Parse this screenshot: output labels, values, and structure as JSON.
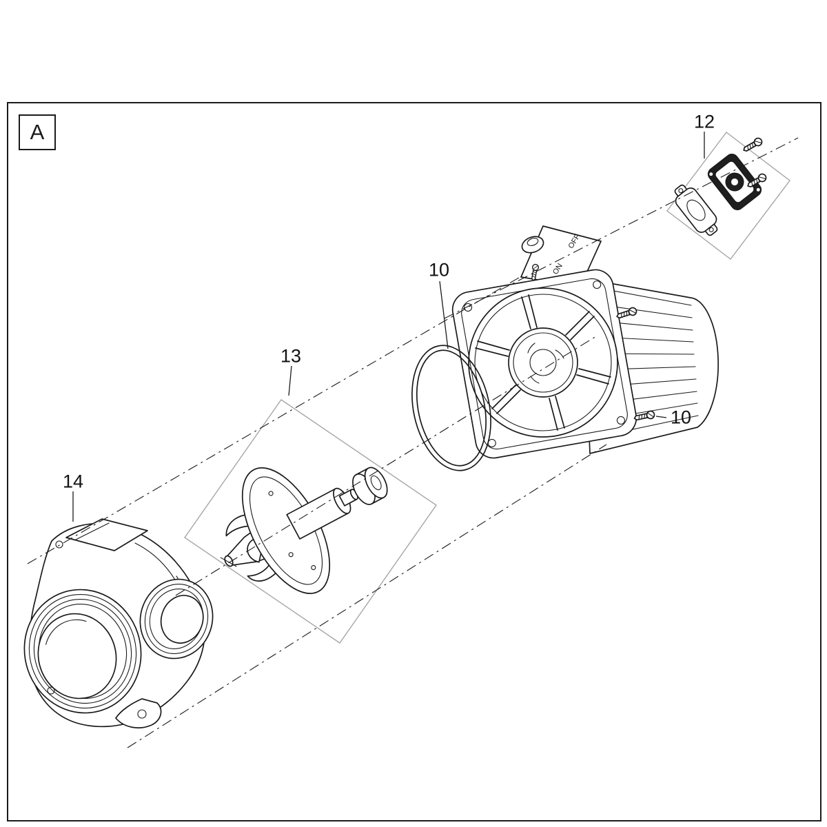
{
  "view": {
    "label": "A"
  },
  "callouts": [
    {
      "part": "terminal-unit",
      "text": "12"
    },
    {
      "part": "o-ring",
      "text": "10"
    },
    {
      "part": "rotor-impeller-unit",
      "text": "13"
    },
    {
      "part": "screw",
      "text": "10"
    },
    {
      "part": "pump-housing",
      "text": "14"
    }
  ],
  "motor": {
    "switch_off": "OFF",
    "switch_on": "ON"
  },
  "colors": {
    "line": "#1a1a1a",
    "part_box": "#a6a6a6",
    "background": "#ffffff"
  }
}
